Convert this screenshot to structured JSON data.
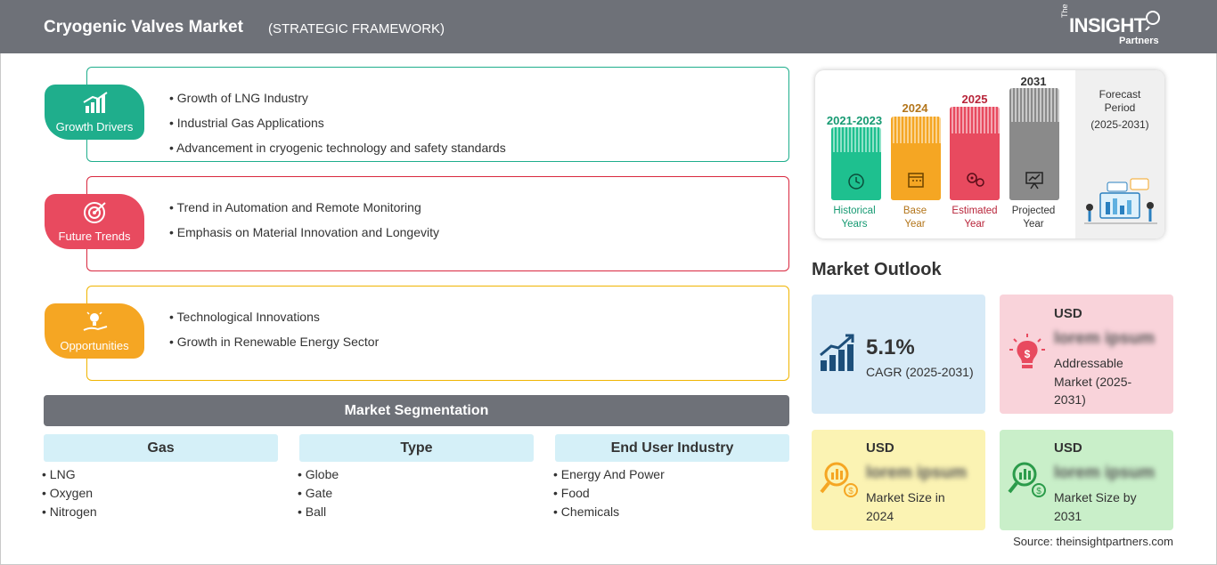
{
  "header": {
    "title": "Cryogenic Valves Market",
    "subtitle": "(STRATEGIC FRAMEWORK)",
    "logo": {
      "the": "The",
      "insight": "INSIGHT",
      "partners": "Partners"
    }
  },
  "framework": {
    "growth_drivers": {
      "label": "Growth Drivers",
      "color": "#1fae8c",
      "border": "#1fae8c",
      "items": [
        "Growth of LNG Industry",
        "Industrial Gas Applications",
        "Advancement in cryogenic technology and safety standards"
      ]
    },
    "future_trends": {
      "label": "Future Trends",
      "color": "#e84a5f",
      "border": "#d9283f",
      "items": [
        "Trend in Automation and Remote Monitoring",
        "Emphasis on Material Innovation and Longevity"
      ]
    },
    "opportunities": {
      "label": "Opportunities",
      "color": "#f5a623",
      "border": "#f0b400",
      "items": [
        "Technological Innovations",
        "Growth in Renewable Energy Sector"
      ]
    }
  },
  "segmentation": {
    "title": "Market Segmentation",
    "columns": [
      {
        "heading": "Gas",
        "items": [
          "LNG",
          "Oxygen",
          "Nitrogen"
        ]
      },
      {
        "heading": "Type",
        "items": [
          "Globe",
          "Gate",
          "Ball"
        ]
      },
      {
        "heading": "End User Industry",
        "items": [
          "Energy And Power",
          "Food",
          "Chemicals"
        ]
      }
    ]
  },
  "timeline": {
    "periods": [
      {
        "year": "2021-2023",
        "label_line1": "Historical",
        "label_line2": "Years",
        "color": "#1ec08f",
        "text_color": "#169a72",
        "icon": "history-icon"
      },
      {
        "year": "2024",
        "label_line1": "Base",
        "label_line2": "Year",
        "color": "#f5a623",
        "text_color": "#b3751a",
        "icon": "calendar-icon"
      },
      {
        "year": "2025",
        "label_line1": "Estimated",
        "label_line2": "Year",
        "color": "#e84a5f",
        "text_color": "#b8253a",
        "icon": "gear-dollar-icon"
      },
      {
        "year": "2031",
        "label_line1": "Projected",
        "label_line2": "Year",
        "color": "#8a8a8a",
        "text_color": "#333333",
        "icon": "presentation-icon"
      }
    ],
    "forecast_title_line1": "Forecast",
    "forecast_title_line2": "Period",
    "forecast_range": "(2025-2031)"
  },
  "outlook": {
    "title": "Market Outlook",
    "cagr": {
      "value": "5.1%",
      "label": "CAGR (2025-2031)",
      "bg": "#d7eaf7"
    },
    "addressable": {
      "usd": "USD",
      "value": "lorem ipsum",
      "label_line1": "Addressable",
      "label_line2": "Market (2025-",
      "label_line3": "2031)",
      "bg": "#f9d3da"
    },
    "size_2024": {
      "usd": "USD",
      "value": "lorem ipsum",
      "label_line1": "Market Size in",
      "label_line2": "2024",
      "bg": "#fbf3b3"
    },
    "size_2031": {
      "usd": "USD",
      "value": "lorem ipsum",
      "label_line1": "Market Size by",
      "label_line2": "2031",
      "bg": "#c9efc9"
    }
  },
  "source": "Source: theinsightpartners.com"
}
